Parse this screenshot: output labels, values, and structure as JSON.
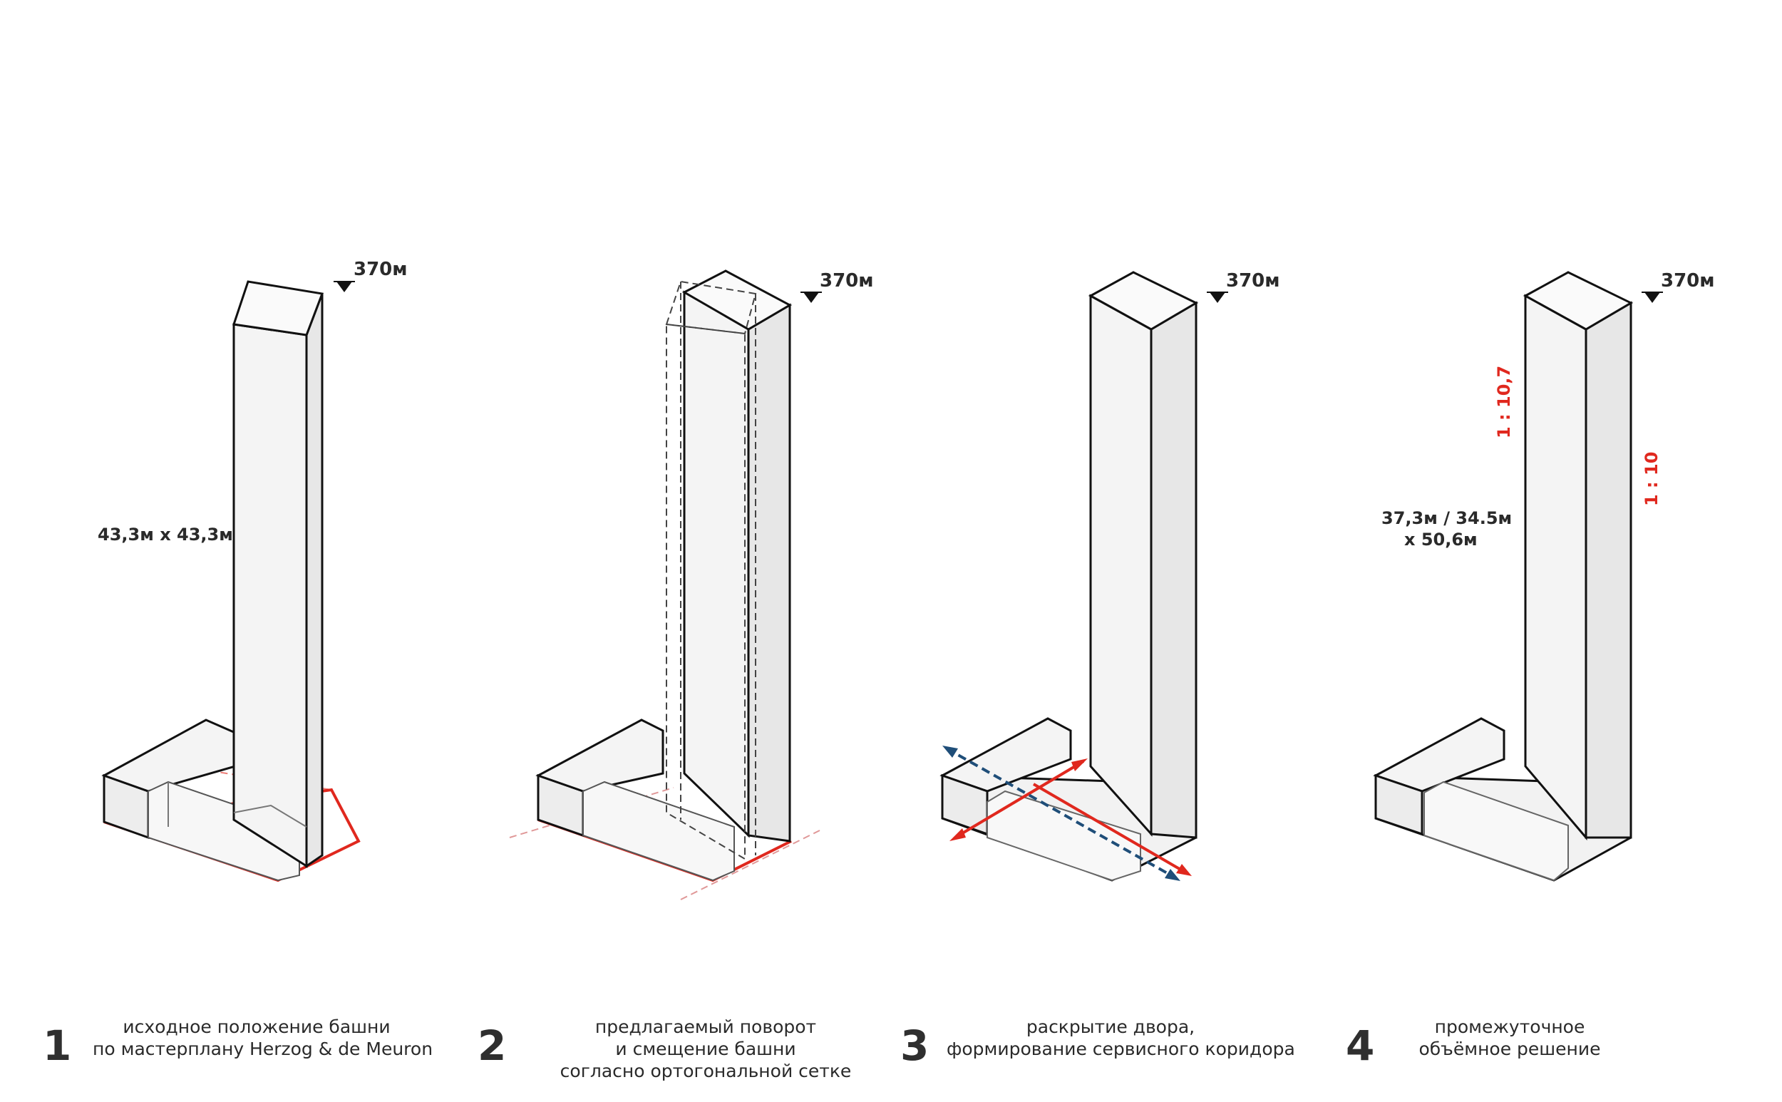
{
  "diagrams": [
    {
      "number": "1",
      "height_mark": "370м",
      "dimension_label": "43,3м x 43,3м",
      "caption": [
        "исходное положение башни",
        "по мастерплану Herzog & de Meuron"
      ]
    },
    {
      "number": "2",
      "height_mark": "370м",
      "caption": [
        "предлагаемый поворот",
        "и смещение башни",
        "согласно ортогональной сетке"
      ]
    },
    {
      "number": "3",
      "height_mark": "370м",
      "caption": [
        "раскрытие двора,",
        "формирование сервисного коридора"
      ]
    },
    {
      "number": "4",
      "height_mark": "370м",
      "dimension_label_line1": "37,3м / 34.5м",
      "dimension_label_line2": "x 50,6м",
      "ratio_front": "1 : 10,7",
      "ratio_side": "1 : 10"
    }
  ],
  "diagram4_caption": [
    "промежуточное",
    "объёмное решение"
  ],
  "colors": {
    "outline": "#111111",
    "face_light": "#f7f7f7",
    "face_mid": "#efefef",
    "face_dark": "#e6e6e6",
    "accent_red": "#e0281e",
    "accent_blue": "#1f4e79"
  }
}
